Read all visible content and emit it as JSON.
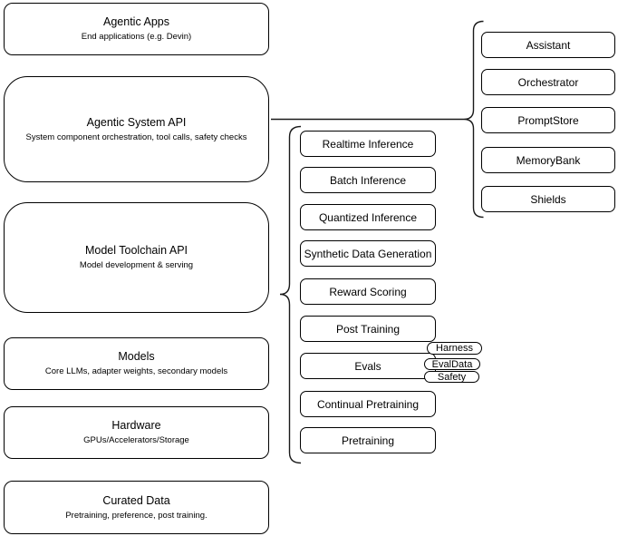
{
  "colors": {
    "stroke": "#000000",
    "background": "#ffffff",
    "text": "#000000"
  },
  "stack": [
    {
      "title": "Agentic Apps",
      "subtitle": "End applications (e.g. Devin)"
    },
    {
      "title": "Agentic System API",
      "subtitle": "System component orchestration, tool calls, safety checks"
    },
    {
      "title": "Model Toolchain API",
      "subtitle": "Model development & serving"
    },
    {
      "title": "Models",
      "subtitle": "Core LLMs, adapter weights, secondary models"
    },
    {
      "title": "Hardware",
      "subtitle": "GPUs/Accelerators/Storage"
    },
    {
      "title": "Curated Data",
      "subtitle": "Pretraining, preference, post training."
    }
  ],
  "toolchain_items": [
    "Realtime Inference",
    "Batch Inference",
    "Quantized Inference",
    "Synthetic Data Generation",
    "Reward Scoring",
    "Post Training",
    "Evals",
    "Continual Pretraining",
    "Pretraining"
  ],
  "eval_tags": [
    "Harness",
    "EvalData",
    "Safety"
  ],
  "system_components": [
    "Assistant",
    "Orchestrator",
    "PromptStore",
    "MemoryBank",
    "Shields"
  ]
}
